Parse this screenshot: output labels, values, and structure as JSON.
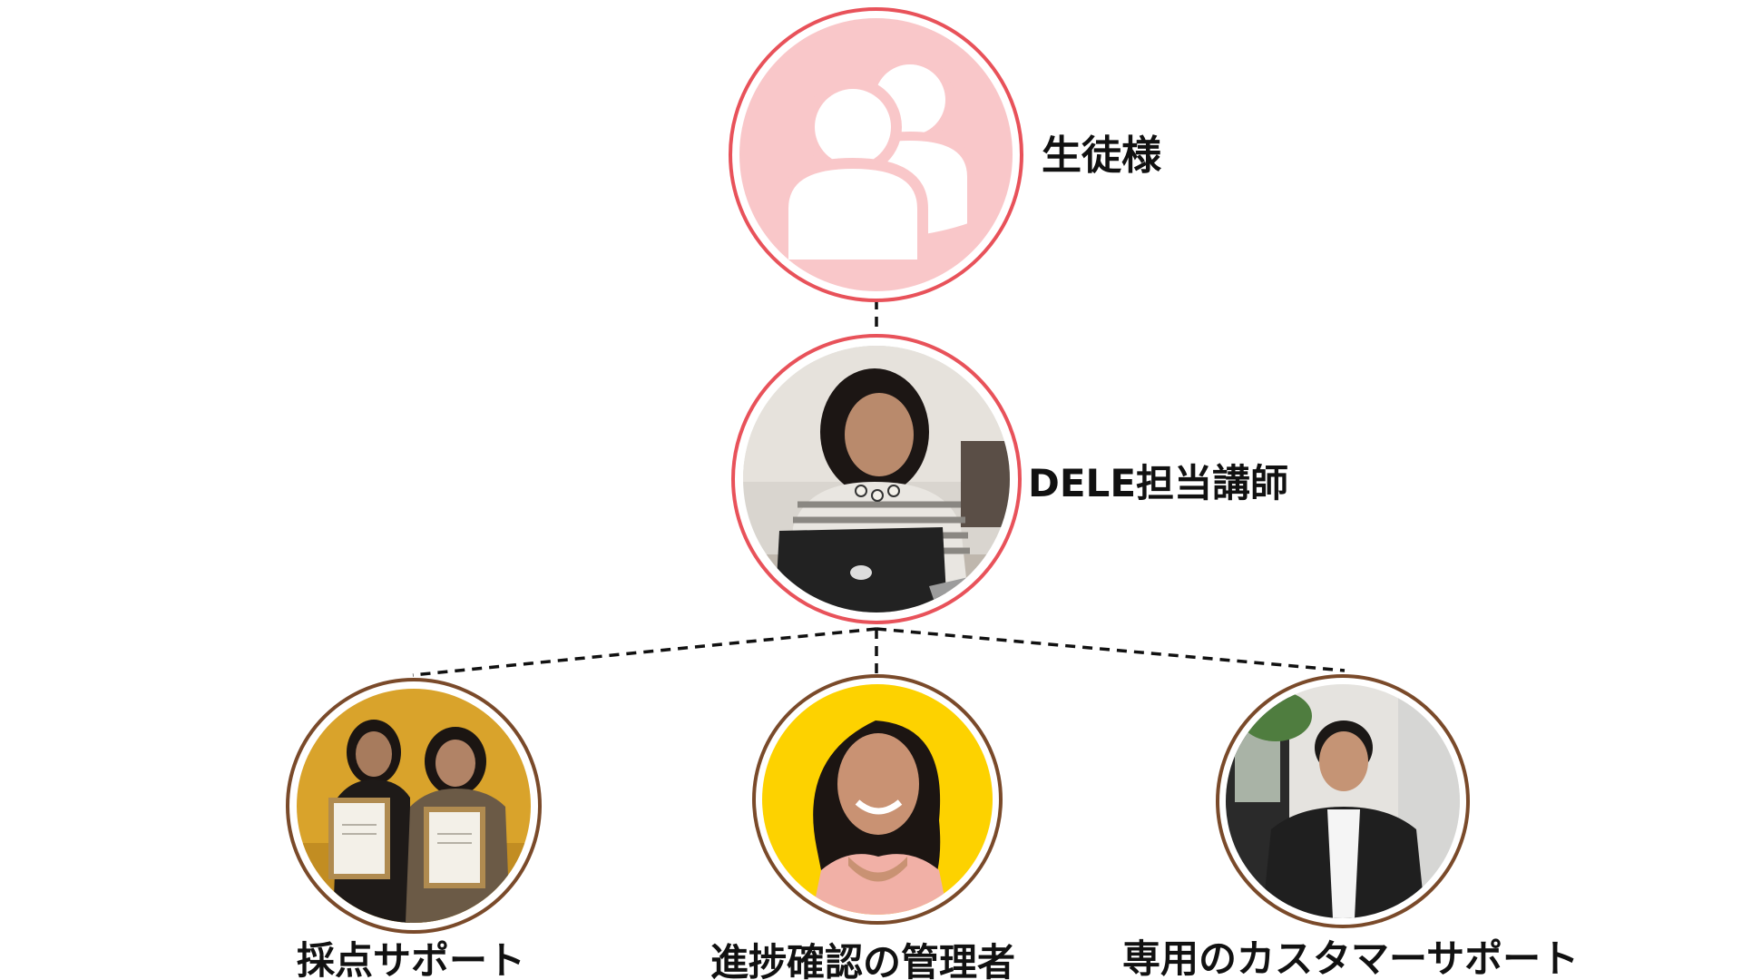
{
  "colors": {
    "student_ring": "#e8525a",
    "student_fill": "#f9c7c9",
    "teacher_ring": "#e8525a",
    "support_ring": "#7a4a2a",
    "connector": "#111111"
  },
  "nodes": {
    "student": {
      "label": "生徒様",
      "icon": "users-icon"
    },
    "teacher": {
      "label": "DELE担当講師",
      "photo": "teacher-photo"
    },
    "grading": {
      "label": "採点サポート",
      "photo": "grading-staff-photo"
    },
    "progress": {
      "label": "進捗確認の管理者",
      "photo": "progress-manager-photo"
    },
    "customer": {
      "label": "専用のカスタマーサポート",
      "photo": "customer-support-photo"
    }
  }
}
